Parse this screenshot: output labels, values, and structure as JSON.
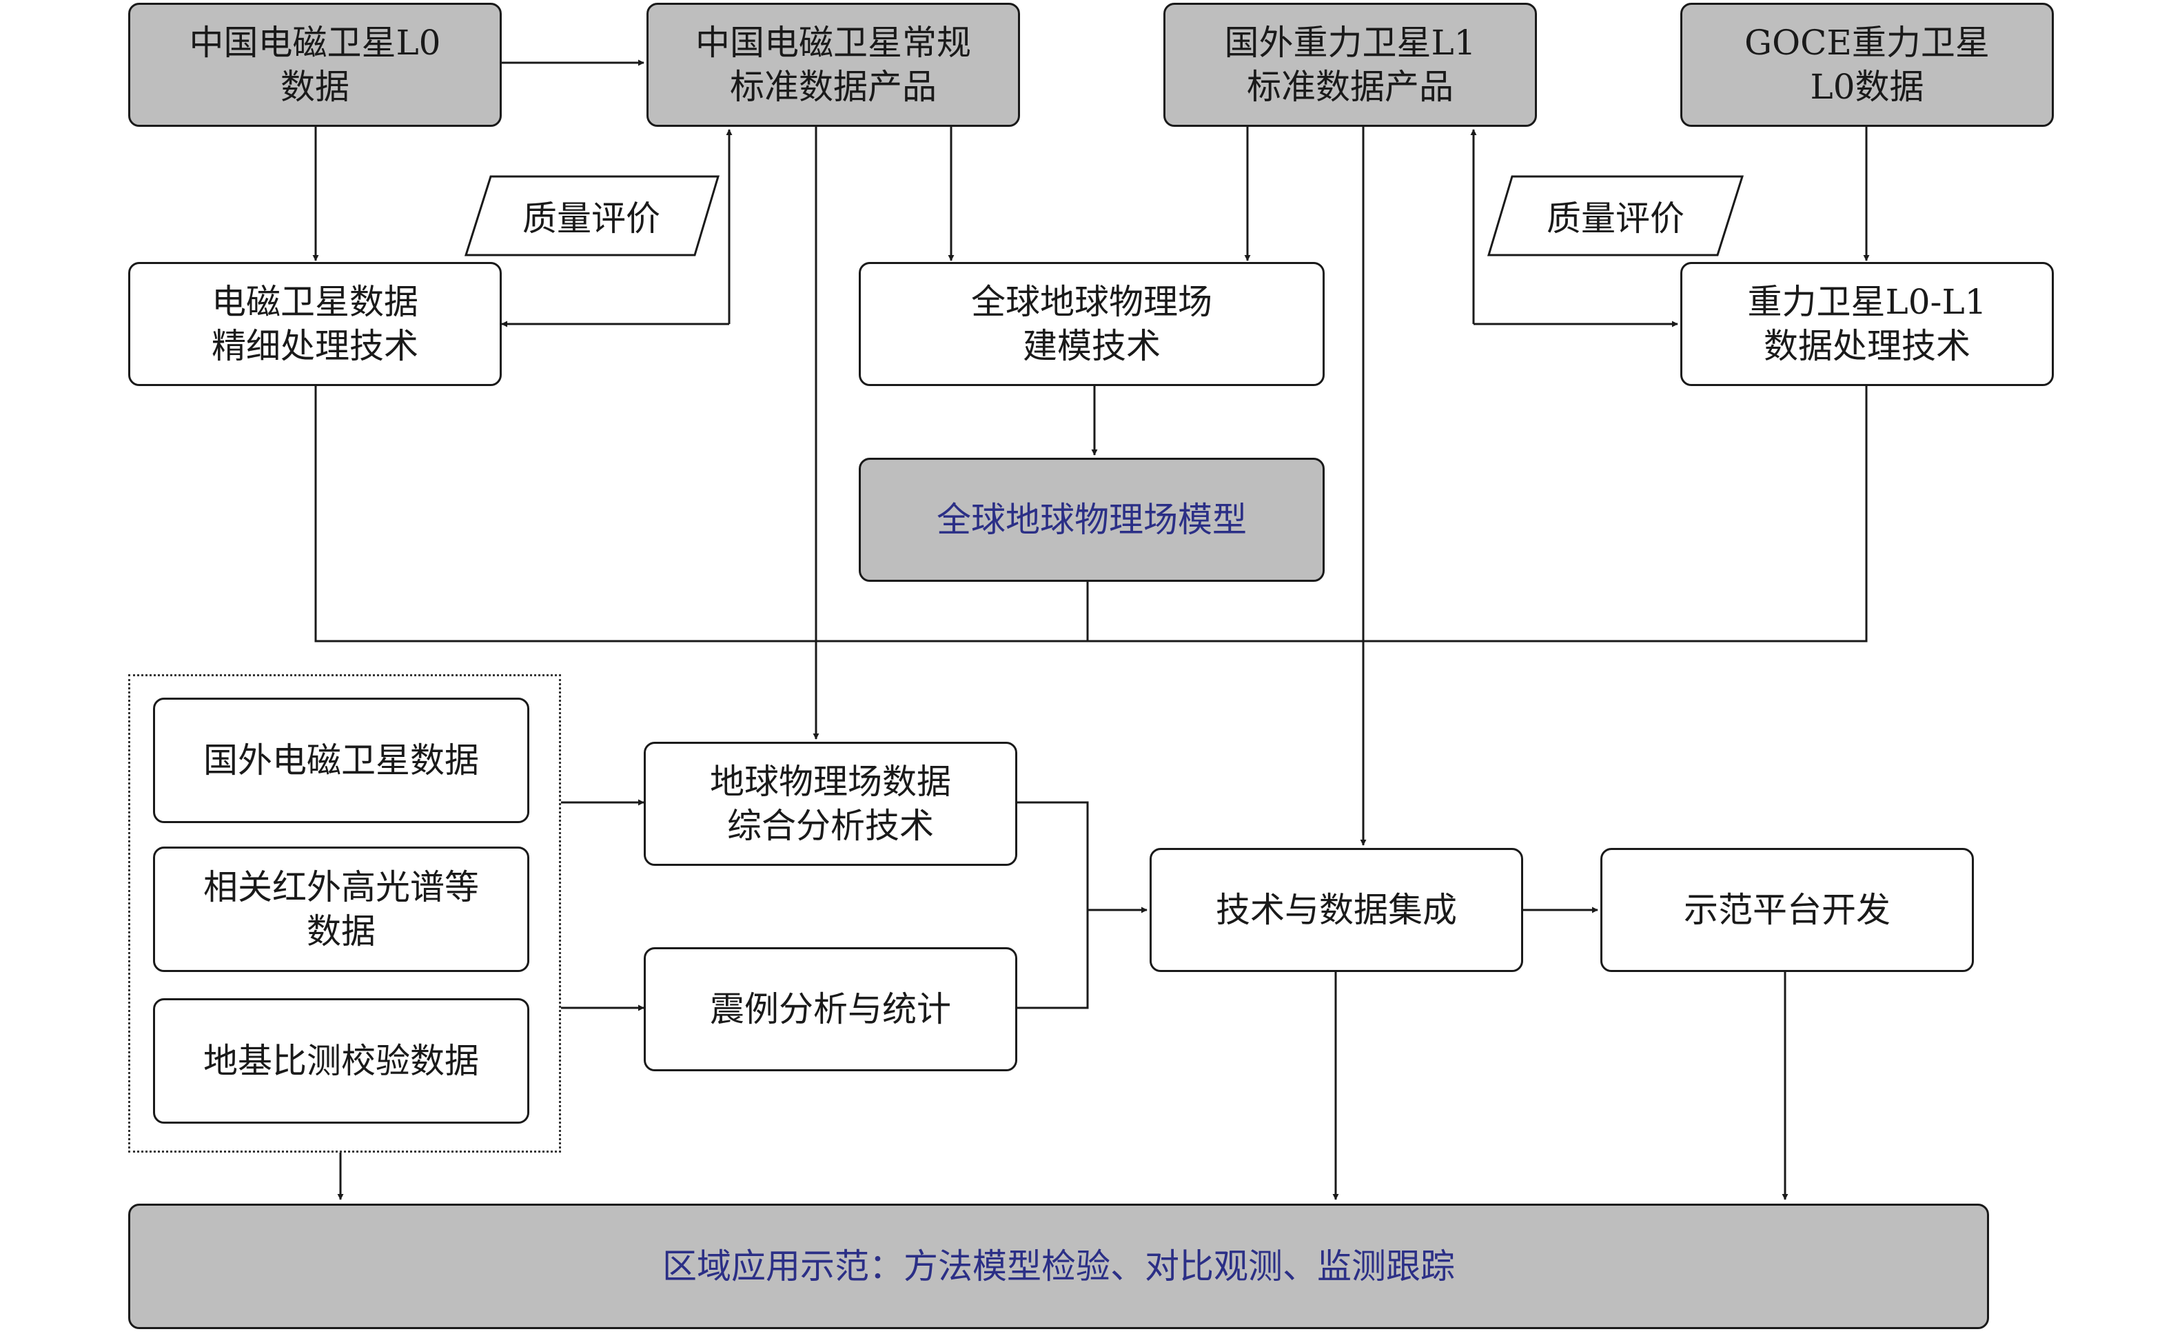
{
  "nodes": {
    "em_l0": "中国电磁卫星L0\n数据",
    "em_std": "中国电磁卫星常规\n标准数据产品",
    "foreign_grav_l1": "国外重力卫星L1\n标准数据产品",
    "goce_l0": "GOCE重力卫星\nL0数据",
    "em_fine": "电磁卫星数据\n精细处理技术",
    "global_modeling": "全球地球物理场\n建模技术",
    "grav_proc": "重力卫星L0-L1\n数据处理技术",
    "global_model": "全球地球物理场模型",
    "foreign_em": "国外电磁卫星数据",
    "ir_hyperspectral": "相关红外高光谱等\n数据",
    "ground_validation": "地基比测校验数据",
    "geo_analysis": "地球物理场数据\n综合分析技术",
    "quake_analysis": "震例分析与统计",
    "integration": "技术与数据集成",
    "platform": "示范平台开发",
    "regional_demo": "区域应用示范：方法模型检验、对比观测、监测跟踪"
  },
  "quality_left": "质量评价",
  "quality_right": "质量评价",
  "colors": {
    "gray_fill": "#bebebe",
    "white_fill": "#ffffff",
    "stroke": "#1a1a1a",
    "highlight_text": "#2b2f86"
  }
}
